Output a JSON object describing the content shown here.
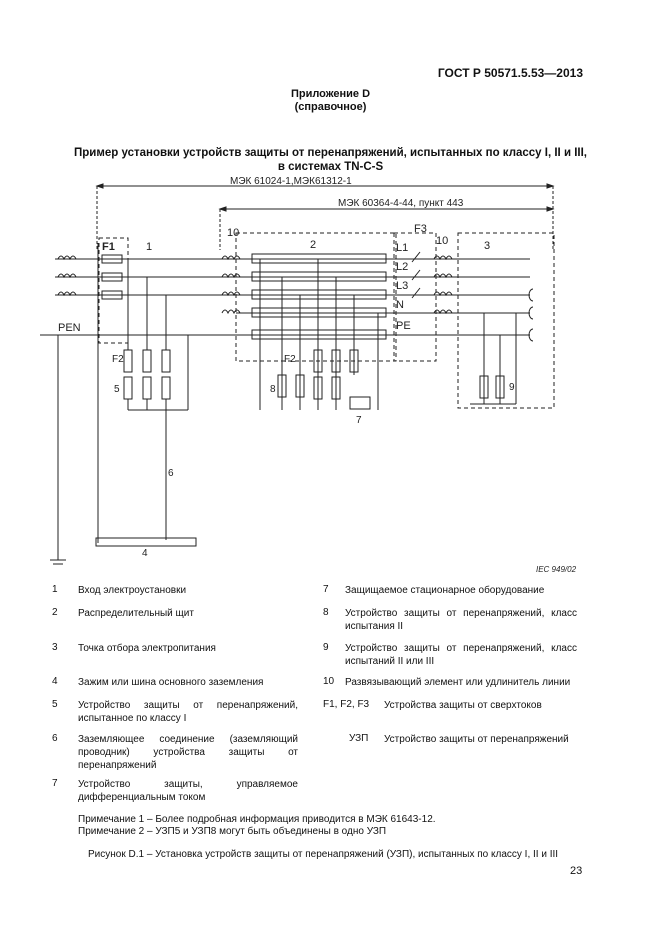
{
  "header": {
    "standard": "ГОСТ Р 50571.5.53—2013"
  },
  "appendix": {
    "title": "Приложение D",
    "subtitle": "(справочное)"
  },
  "figure_title": {
    "line1": "Пример установки устройств защиты от перенапряжений, испытанных по классу I, II и III,",
    "line2": "в системах TN-C-S"
  },
  "diagram": {
    "std_top": "МЭК 61024-1,МЭК61312-1",
    "std_mid": "МЭК 60364-4-44, пункт 443",
    "label_f1": "F1",
    "label_f3": "F3",
    "label_f2a": "F2",
    "label_f2b": "F2",
    "num_1": "1",
    "num_2": "2",
    "num_3": "3",
    "num_4": "4",
    "num_5": "5",
    "num_6": "6",
    "num_7": "7",
    "num_8": "8",
    "num_9": "9",
    "num_10a": "10",
    "num_10b": "10",
    "line_l1": "L1",
    "line_l2": "L2",
    "line_l3": "L3",
    "line_n": "N",
    "line_pe": "PE",
    "line_pen": "PEN",
    "iec_ref": "IEC 949/02"
  },
  "legend": {
    "left": [
      {
        "num": "1",
        "text": "Вход электроустановки"
      },
      {
        "num": "2",
        "text": "Распределительный щит"
      },
      {
        "num": "3",
        "text": "Точка отбора электропитания"
      },
      {
        "num": "4",
        "text": "Зажим или шина основного заземления"
      },
      {
        "num": "5",
        "text": "Устройство защиты от перенапряжений, испытанное по классу I"
      },
      {
        "num": "6",
        "text": "Заземляющее соединение (заземляющий проводник) устройства защиты от перенапряжений"
      },
      {
        "num": "7",
        "text": "Устройство защиты, управляемое дифференциальным током"
      }
    ],
    "right": [
      {
        "num": "7",
        "text": "Защищаемое стационарное оборудование"
      },
      {
        "num": "8",
        "text": "Устройство защиты от перенапряжений, класс испытания II"
      },
      {
        "num": "9",
        "text": "Устройство защиты от перенапряжений, класс испытаний II или III"
      },
      {
        "num": "10",
        "text": "Развязывающий элемент или удлинитель линии"
      },
      {
        "num": "F1, F2, F3",
        "text": "Устройства защиты от сверхтоков"
      },
      {
        "num": "УЗП",
        "text": "Устройство защиты от перенапряжений"
      }
    ]
  },
  "notes": {
    "note1": "Примечание 1 – Более подробная информация приводится в МЭК 61643-12.",
    "note2": "Примечание 2 – УЗП5 и УЗП8 могут быть объединены в одно УЗП"
  },
  "caption": "Рисунок D.1 – Установка устройств защиты от перенапряжений (УЗП), испытанных по классу I, II и III",
  "page_number": "23"
}
